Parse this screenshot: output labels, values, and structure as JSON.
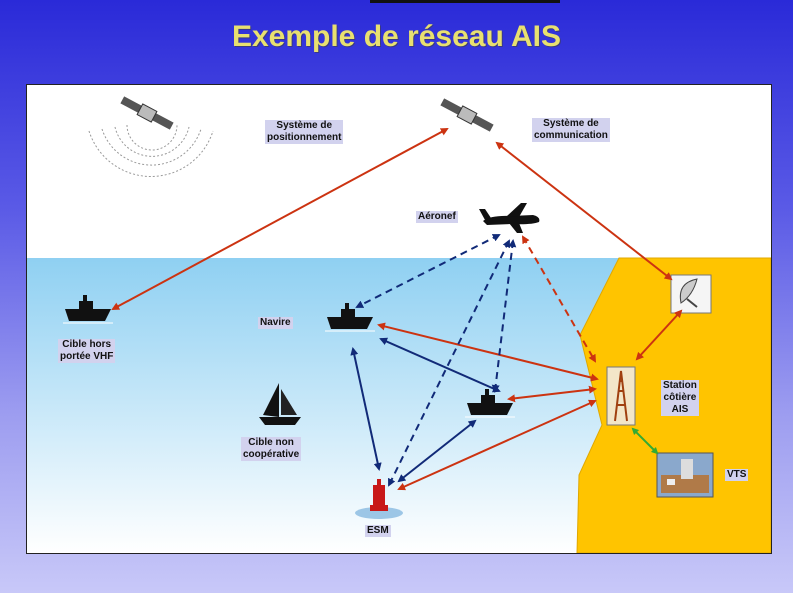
{
  "title": "Exemple de réseau AIS",
  "labels": {
    "positioning_line1": "Système de",
    "positioning_line2": "positionnement",
    "communication_line1": "Système de",
    "communication_line2": "communication",
    "aircraft": "Aéronef",
    "ship": "Navire",
    "out_of_range_line1": "Cible hors",
    "out_of_range_line2": "portée VHF",
    "non_coop_line1": "Cible non",
    "non_coop_line2": "coopérative",
    "station_line1": "Station",
    "station_line2": "côtière",
    "station_line3": "AIS",
    "vts": "VTS",
    "esm": "ESM"
  },
  "colors": {
    "title": "#e8e070",
    "sky": "#ffffff",
    "sea_top": "#8fd0f2",
    "land": "#ffc400",
    "red_arrow": "#cc3311",
    "blue_arrow": "#112a78",
    "green_arrow": "#33aa33"
  },
  "icons": [
    "satellite-icon",
    "satellite-icon",
    "aircraft-icon",
    "ship-icon",
    "ship-icon",
    "ship-icon",
    "sailboat-icon",
    "buoy-icon",
    "antenna-dish-icon",
    "radio-tower-icon",
    "vts-building-icon"
  ]
}
